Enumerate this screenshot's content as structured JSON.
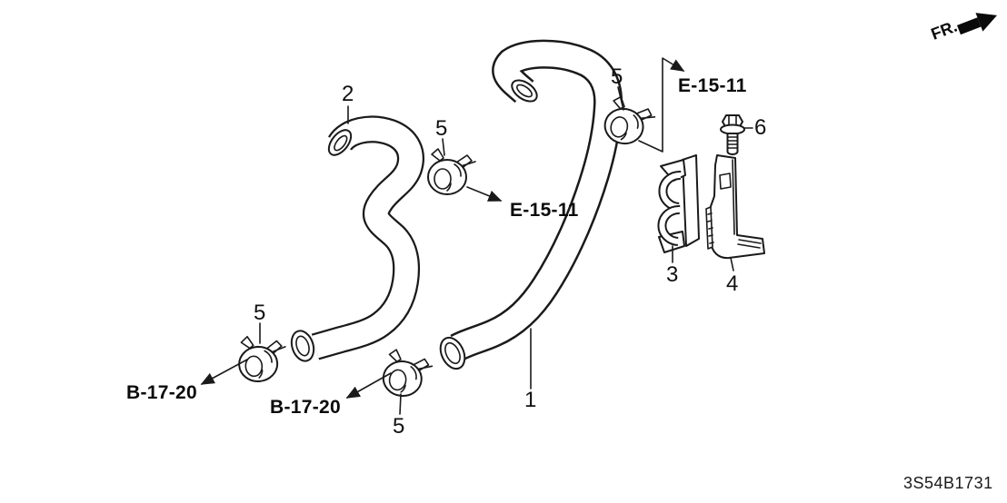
{
  "diagram": {
    "front_indicator": "FR.",
    "diagram_code": "3S54B1731",
    "part_numbers": {
      "hose_1": "1",
      "hose_2": "2",
      "holder_3": "3",
      "bracket_4": "4",
      "clamp_5": "5",
      "bolt_6": "6"
    },
    "reference_codes": {
      "e_15_11": "E-15-11",
      "b_17_20": "B-17-20"
    },
    "colors": {
      "line": "#1a1a1a",
      "background": "#ffffff"
    }
  }
}
